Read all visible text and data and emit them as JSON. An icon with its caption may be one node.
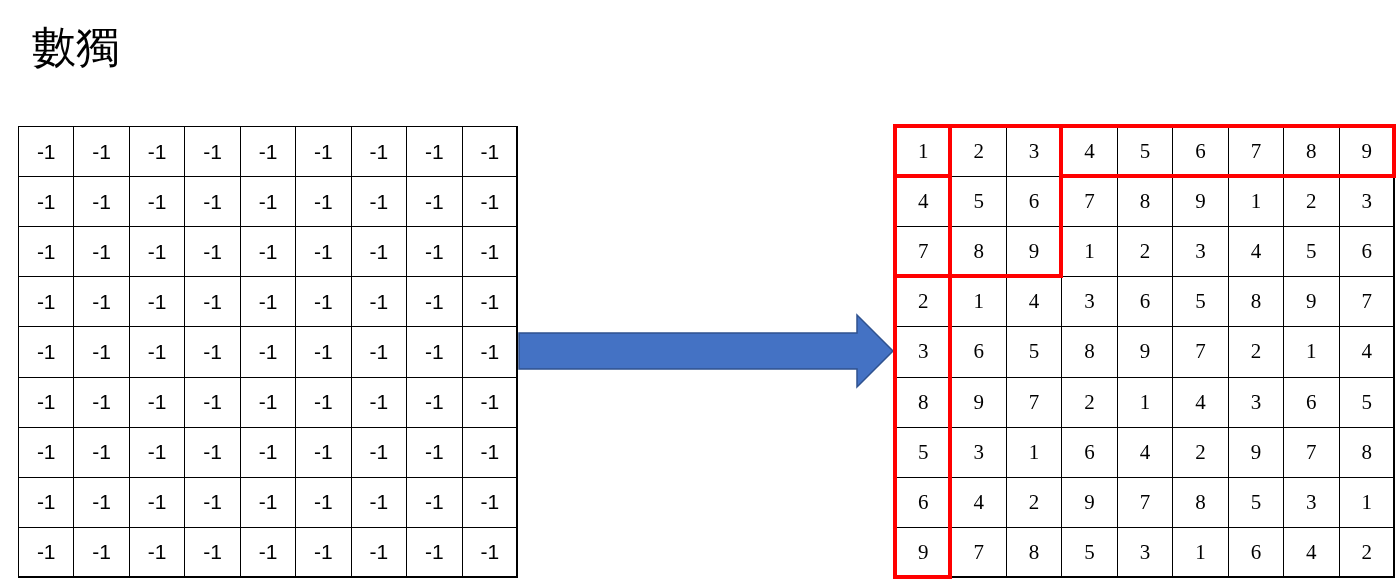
{
  "diagram": {
    "title": "數獨",
    "nodes": [
      {
        "text": [],
        "shape": "box"
      },
      {
        "text": [],
        "shape": "box"
      }
    ],
    "edges": [
      {
        "from": 0,
        "to": 1,
        "arrow": "to"
      }
    ],
    "labels": [
      "-1",
      "-1",
      "-1",
      "-1",
      "-1",
      "-1",
      "-1",
      "-1",
      "-1",
      "-1",
      "-1",
      "-1",
      "-1",
      "-1",
      "-1",
      "-1",
      "-1",
      "-1",
      "-1",
      "-1",
      "-1",
      "-1",
      "-1",
      "-1",
      "-1",
      "-1",
      "-1",
      "-1",
      "-1",
      "-1",
      "-1",
      "-1",
      "-1",
      "-1",
      "-1",
      "-1",
      "-1",
      "-1",
      "-1",
      "-1",
      "-1",
      "-1",
      "-1",
      "-1",
      "-1",
      "-1",
      "-1",
      "-1",
      "-1",
      "-1",
      "-1",
      "-1",
      "-1",
      "-1",
      "-1",
      "-1",
      "-1",
      "-1",
      "-1",
      "-1",
      "-1",
      "-1",
      "-1",
      "-1",
      "-1",
      "-1",
      "-1",
      "-1",
      "-1",
      "-1",
      "-1",
      "-1",
      "-1",
      "-1",
      "-1",
      "-1",
      "-1",
      "-1",
      "-1",
      "-1",
      "-1",
      "1",
      "2",
      "3",
      "4",
      "5",
      "6",
      "7",
      "8",
      "9",
      "4",
      "5",
      "6",
      "7",
      "8",
      "9",
      "1",
      "2",
      "3",
      "7",
      "8",
      "9",
      "1",
      "2",
      "3",
      "4",
      "5",
      "6",
      "2",
      "1",
      "4",
      "3",
      "6",
      "5",
      "8",
      "9",
      "7",
      "3",
      "6",
      "5",
      "8",
      "9",
      "7",
      "2",
      "1",
      "4",
      "8",
      "9",
      "7",
      "2",
      "1",
      "4",
      "3",
      "6",
      "5",
      "5",
      "3",
      "1",
      "6",
      "4",
      "2",
      "9",
      "7",
      "8",
      "6",
      "4",
      "2",
      "9",
      "7",
      "8",
      "5",
      "3",
      "1",
      "9",
      "7",
      "8",
      "5",
      "3",
      "1",
      "6",
      "4",
      "2"
    ]
  }
}
